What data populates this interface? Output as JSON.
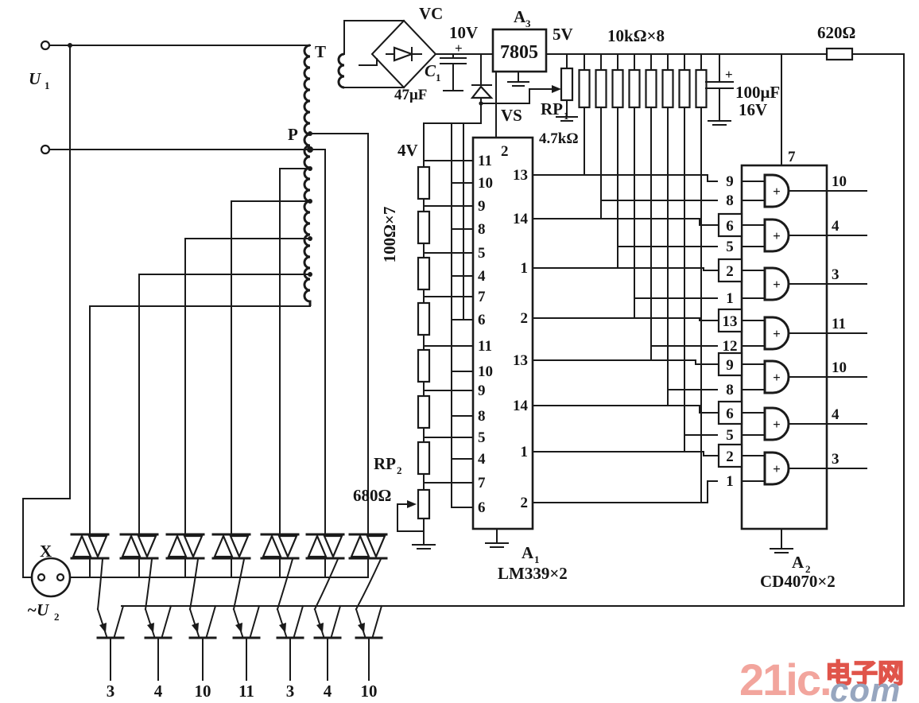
{
  "colors": {
    "ink": "#1a1a1a",
    "background": "#ffffff",
    "watermark_pink": "#f2a59d",
    "watermark_red": "#e0544a",
    "watermark_blue": "#97a6bf"
  },
  "labels": {
    "u1": {
      "base": "U",
      "sub": "1"
    },
    "transformer": "T",
    "tap_p": "P",
    "bridge": "VC",
    "v10": "10V",
    "a3": {
      "base": "A",
      "sub": "3"
    },
    "regulator": "7805",
    "v5": "5V",
    "c1": {
      "base": "C",
      "sub": "1"
    },
    "c1_plus": "+",
    "c1_value": "47μF",
    "zener": "VS",
    "rp1": {
      "base": "RP",
      "sub": "1"
    },
    "rp1_value": "4.7kΩ",
    "rnet": "10kΩ×8",
    "c2_plus": "+",
    "c2_value": "100μF",
    "c2_voltage": "16V",
    "r620": "620Ω",
    "v4": "4V",
    "rchain": "100Ω×7",
    "rp2": {
      "base": "RP",
      "sub": "2"
    },
    "r680": "680Ω",
    "socket": "X",
    "u2": {
      "base": "~U",
      "sub": "2"
    }
  },
  "a1": {
    "name": {
      "base": "A",
      "sub": "1"
    },
    "chip": "LM339×2",
    "top_pin": "2",
    "left_pins": [
      "11",
      "10",
      "9",
      "8",
      "5",
      "4",
      "7",
      "6",
      "11",
      "10",
      "9",
      "8",
      "5",
      "4",
      "7",
      "6"
    ],
    "right_pins": [
      "13",
      "14",
      "1",
      "2",
      "13",
      "14",
      "1",
      "2"
    ]
  },
  "a2": {
    "name": {
      "base": "A",
      "sub": "2"
    },
    "chip": "CD4070×2",
    "top_pin": "7",
    "gate_symbol": "+",
    "left_pins": [
      {
        "label": "9",
        "boxed": false
      },
      {
        "label": "8",
        "boxed": false
      },
      {
        "label": "6",
        "boxed": true
      },
      {
        "label": "5",
        "boxed": false
      },
      {
        "label": "2",
        "boxed": true
      },
      {
        "label": "1",
        "boxed": false
      },
      {
        "label": "13",
        "boxed": true
      },
      {
        "label": "12",
        "boxed": false
      },
      {
        "label": "9",
        "boxed": true
      },
      {
        "label": "8",
        "boxed": false
      },
      {
        "label": "6",
        "boxed": true
      },
      {
        "label": "5",
        "boxed": false
      },
      {
        "label": "2",
        "boxed": true
      },
      {
        "label": "1",
        "boxed": false
      }
    ],
    "outputs": [
      "10",
      "4",
      "3",
      "11",
      "10",
      "4",
      "3"
    ]
  },
  "terminals": {
    "bottom": [
      "3",
      "4",
      "10",
      "11",
      "3",
      "4",
      "10"
    ]
  },
  "watermark": {
    "brand": "21ic.",
    "suffix": "com",
    "cn": "电子网"
  }
}
